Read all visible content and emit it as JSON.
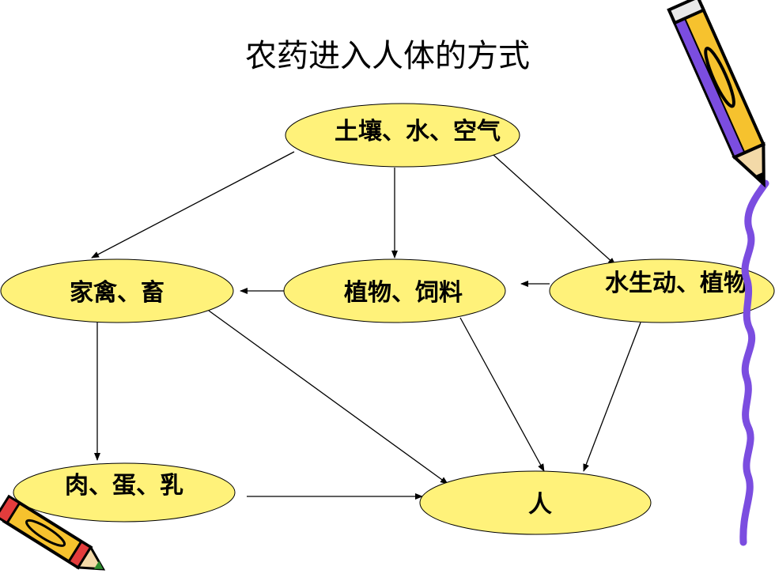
{
  "title": "农药进入人体的方式",
  "nodes": {
    "environment": "土壤、水、空气",
    "livestock": "家禽、畜",
    "plants_feed": "植物、饲料",
    "aquatic": "水生动、植物",
    "products": "肉、蛋、乳",
    "human": "人"
  },
  "colors": {
    "node_fill": "#FFF27A",
    "node_stroke": "#000000",
    "arrow": "#000000",
    "squiggle": "#7B4DE0"
  },
  "icons": [
    "pencil-icon",
    "crayon-icon"
  ]
}
